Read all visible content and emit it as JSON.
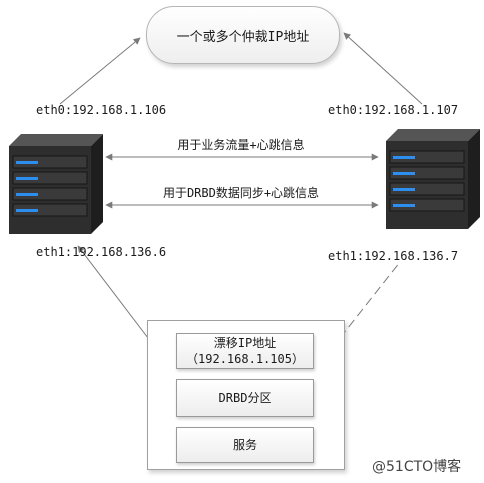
{
  "diagram": {
    "virtual_ip_cloud": "一个或多个仲裁IP地址",
    "link_business": "用于业务流量+心跳信息",
    "link_drbd": "用于DRBD数据同步+心跳信息",
    "left_server": {
      "eth0": "eth0:192.168.1.106",
      "eth1": "eth1:192.168.136.6"
    },
    "right_server": {
      "eth0": "eth0:192.168.1.107",
      "eth1": "eth1:192.168.136.7"
    },
    "resource_group": {
      "floating_ip_title": "漂移IP地址",
      "floating_ip_value": "（192.168.1.105）",
      "drbd_partition": "DRBD分区",
      "service": "服务"
    }
  },
  "watermark": "@51CTO博客",
  "colors": {
    "connector": "#7a7a7a",
    "server_body": "#2e2e2e",
    "server_led": "#2e8ef0"
  }
}
